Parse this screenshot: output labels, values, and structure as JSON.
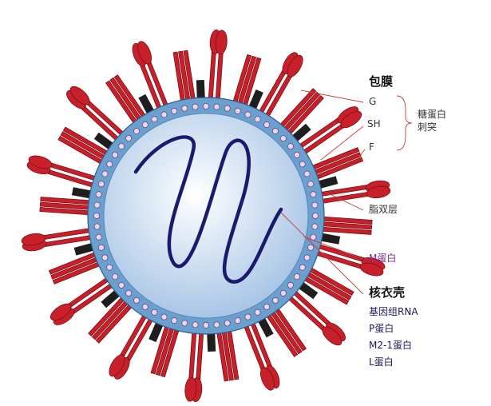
{
  "labels": {
    "envelope": "包膜",
    "g": "G",
    "sh": "SH",
    "f": "F",
    "glycoprotein_line1": "糖蛋白",
    "glycoprotein_line2": "刺突",
    "lipid_bilayer": "脂双层",
    "m_protein": "M蛋白",
    "nucleocapsid": "核衣壳",
    "genome_rna": "基因组RNA",
    "p_protein": "P蛋白",
    "m21_protein": "M2-1蛋白",
    "l_protein": "L蛋白"
  },
  "colors": {
    "spike_red": "#c8202a",
    "spike_dark": "#7a1015",
    "sh_black": "#1e1e1e",
    "membrane_blue": "#6aa0cf",
    "core_center": "#ffffff",
    "core_edge": "#a9c6e6",
    "rna_navy": "#1c1a6e",
    "m_bead": "#e8d4ec",
    "m_label": "#7a2d8a",
    "leader_line": "#d23a3a"
  },
  "icons": {
    "spike": "glycoprotein-spike",
    "sh_block": "sh-protein-block",
    "m_bead": "m-protein-bead",
    "rna": "genome-rna-coil"
  }
}
